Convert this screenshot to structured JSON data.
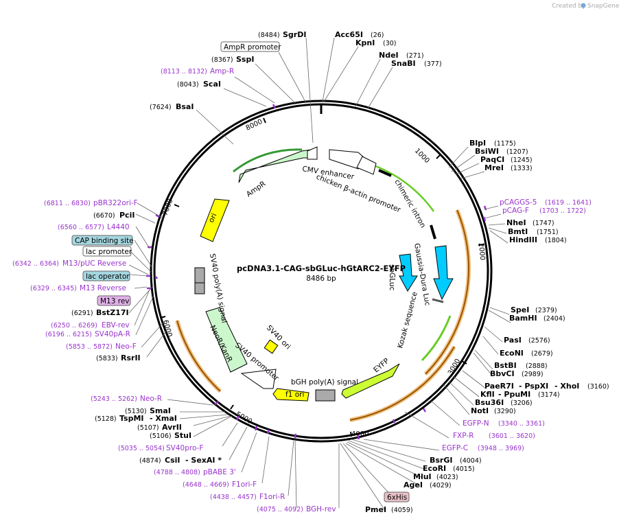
{
  "credit": {
    "text": "Created by",
    "brand": "SnapGene"
  },
  "plasmid": {
    "name": "pcDNA3.1-CAG-sbGLuc-hGtARC2-EYFP",
    "size": "8486 bp"
  },
  "ticks": {
    "t1000": "1000",
    "t2000": "2000",
    "t3000": "3000",
    "t4000": "4000",
    "t5000": "5000",
    "t6000": "6000",
    "t7000": "7000",
    "t8000": "8000"
  },
  "features": {
    "cmv": "CMV enhancer",
    "cba": "chicken β-actin promoter",
    "chimeric": "chimeric intron",
    "gdluc": "Gaussia-Dura Luc",
    "sbgluc": "sbGLuc",
    "kozak": "Kozak sequence",
    "eyfp": "EYFP",
    "bgh": "bGH poly(A) signal",
    "f1": "f1 ori",
    "sv40prom": "SV40 promoter",
    "neo": "NeoR/KanR",
    "sv40ori": "SV40 ori",
    "sv40pa": "SV40 poly(A) signal",
    "ori": "ori",
    "ampr": "AmpR"
  },
  "left_labels": {
    "sgrdi_pos": "(8484)",
    "sgrdi": "SgrDI",
    "ampr_promoter": "AmpR promoter",
    "sspi_pos": "(8367)",
    "sspi": "SspI",
    "ampr_primer_pos": "(8113 .. 8132)",
    "ampr_primer": "Amp-R",
    "scai_pos": "(8043)",
    "scai": "ScaI",
    "bsai_pos": "(7624)",
    "bsai": "BsaI",
    "pbr_pos": "(6811 .. 6830)",
    "pbr": "pBR322ori-F",
    "pcii_pos": "(6670)",
    "pcii": "PciI",
    "l4440_pos": "(6560 .. 6577)",
    "l4440": "L4440",
    "cap": "CAP binding site",
    "lacprom": "lac promoter",
    "m13puc_pos": "(6342 .. 6364)",
    "m13puc": "M13/pUC Reverse",
    "lacop": "lac operator",
    "m13r_pos": "(6329 .. 6345)",
    "m13r": "M13 Reverse",
    "m13rev": "M13 rev",
    "bstz_pos": "(6291)",
    "bstz": "BstZ17I",
    "ebv_pos": "(6250 .. 6269)",
    "ebv": "EBV-rev",
    "sv40par_pos": "(6196 .. 6215)",
    "sv40par": "SV40pA-R",
    "neof_pos": "(5853 .. 5872)",
    "neof": "Neo-F",
    "rsrii_pos": "(5833)",
    "rsrii": "RsrII",
    "neor_pos": "(5243 .. 5262)",
    "neor": "Neo-R",
    "smai_pos": "(5130)",
    "smai": "SmaI",
    "tspmi_pos": "(5128)",
    "tspmi": "TspMI",
    "xmai": "- XmaI",
    "avrii_pos": "(5107)",
    "avrii": "AvrII",
    "stui_pos": "(5106)",
    "stui": "StuI",
    "sv40prof_pos": "(5035 .. 5054)",
    "sv40prof": "SV40pro-F",
    "csii_pos": "(4874)",
    "csii": "CsiI",
    "sexai": "- SexAI *",
    "pbabe_pos": "(4788 .. 4808)",
    "pbabe": "pBABE 3'",
    "f1orif_pos": "(4648 .. 4669)",
    "f1orif": "F1ori-F",
    "f1orir_pos": "(4438 .. 4457)",
    "f1orir": "F1ori-R",
    "bghrev_pos": "(4075 .. 4092)",
    "bghrev": "BGH-rev"
  },
  "right_labels": {
    "acc65i": "Acc65I",
    "acc65i_pos": "(26)",
    "kpni": "KpnI",
    "kpni_pos": "(30)",
    "ndei": "NdeI",
    "ndei_pos": "(271)",
    "snabi": "SnaBI",
    "snabi_pos": "(377)",
    "blpi": "BlpI",
    "blpi_pos": "(1175)",
    "bsiwi": "BsiWI",
    "bsiwi_pos": "(1207)",
    "paqci": "PaqCI",
    "paqci_pos": "(1245)",
    "mrei": "MreI",
    "mrei_pos": "(1333)",
    "pcaggs": "pCAGGS-5",
    "pcaggs_pos": "(1619 .. 1641)",
    "pcagf": "pCAG-F",
    "pcagf_pos": "(1703 .. 1722)",
    "nhei": "NheI",
    "nhei_pos": "(1747)",
    "bmti": "BmtI",
    "bmti_pos": "(1751)",
    "hindiii": "HindIII",
    "hindiii_pos": "(1804)",
    "spei": "SpeI",
    "spei_pos": "(2379)",
    "bamhi": "BamHI",
    "bamhi_pos": "(2404)",
    "pasi": "PasI",
    "pasi_pos": "(2576)",
    "econi": "EcoNI",
    "econi_pos": "(2679)",
    "bstbi": "BstBI",
    "bstbi_pos": "(2888)",
    "bbvci": "BbvCI",
    "bbvci_pos": "(2989)",
    "paer7i": "PaeR7I",
    "pspxi": "- PspXI",
    "xhoi": "- XhoI",
    "xhoi_pos": "(3160)",
    "kfli": "KflI",
    "ppumi": "- PpuMI",
    "ppumi_pos": "(3174)",
    "bsu36i": "Bsu36I",
    "bsu36i_pos": "(3206)",
    "noti": "NotI",
    "noti_pos": "(3290)",
    "egfpn": "EGFP-N",
    "egfpn_pos": "(3340 .. 3361)",
    "fxpr": "FXP-R",
    "fxpr_pos": "(3601 .. 3620)",
    "egfpc": "EGFP-C",
    "egfpc_pos": "(3948 .. 3969)",
    "bsrgi": "BsrGI",
    "bsrgi_pos": "(4004)",
    "ecori": "EcoRI",
    "ecori_pos": "(4015)",
    "mlui": "MluI",
    "mlui_pos": "(4023)",
    "agei": "AgeI",
    "agei_pos": "(4029)",
    "his": "6xHis",
    "pmei": "PmeI",
    "pmei_pos": "(4059)"
  }
}
